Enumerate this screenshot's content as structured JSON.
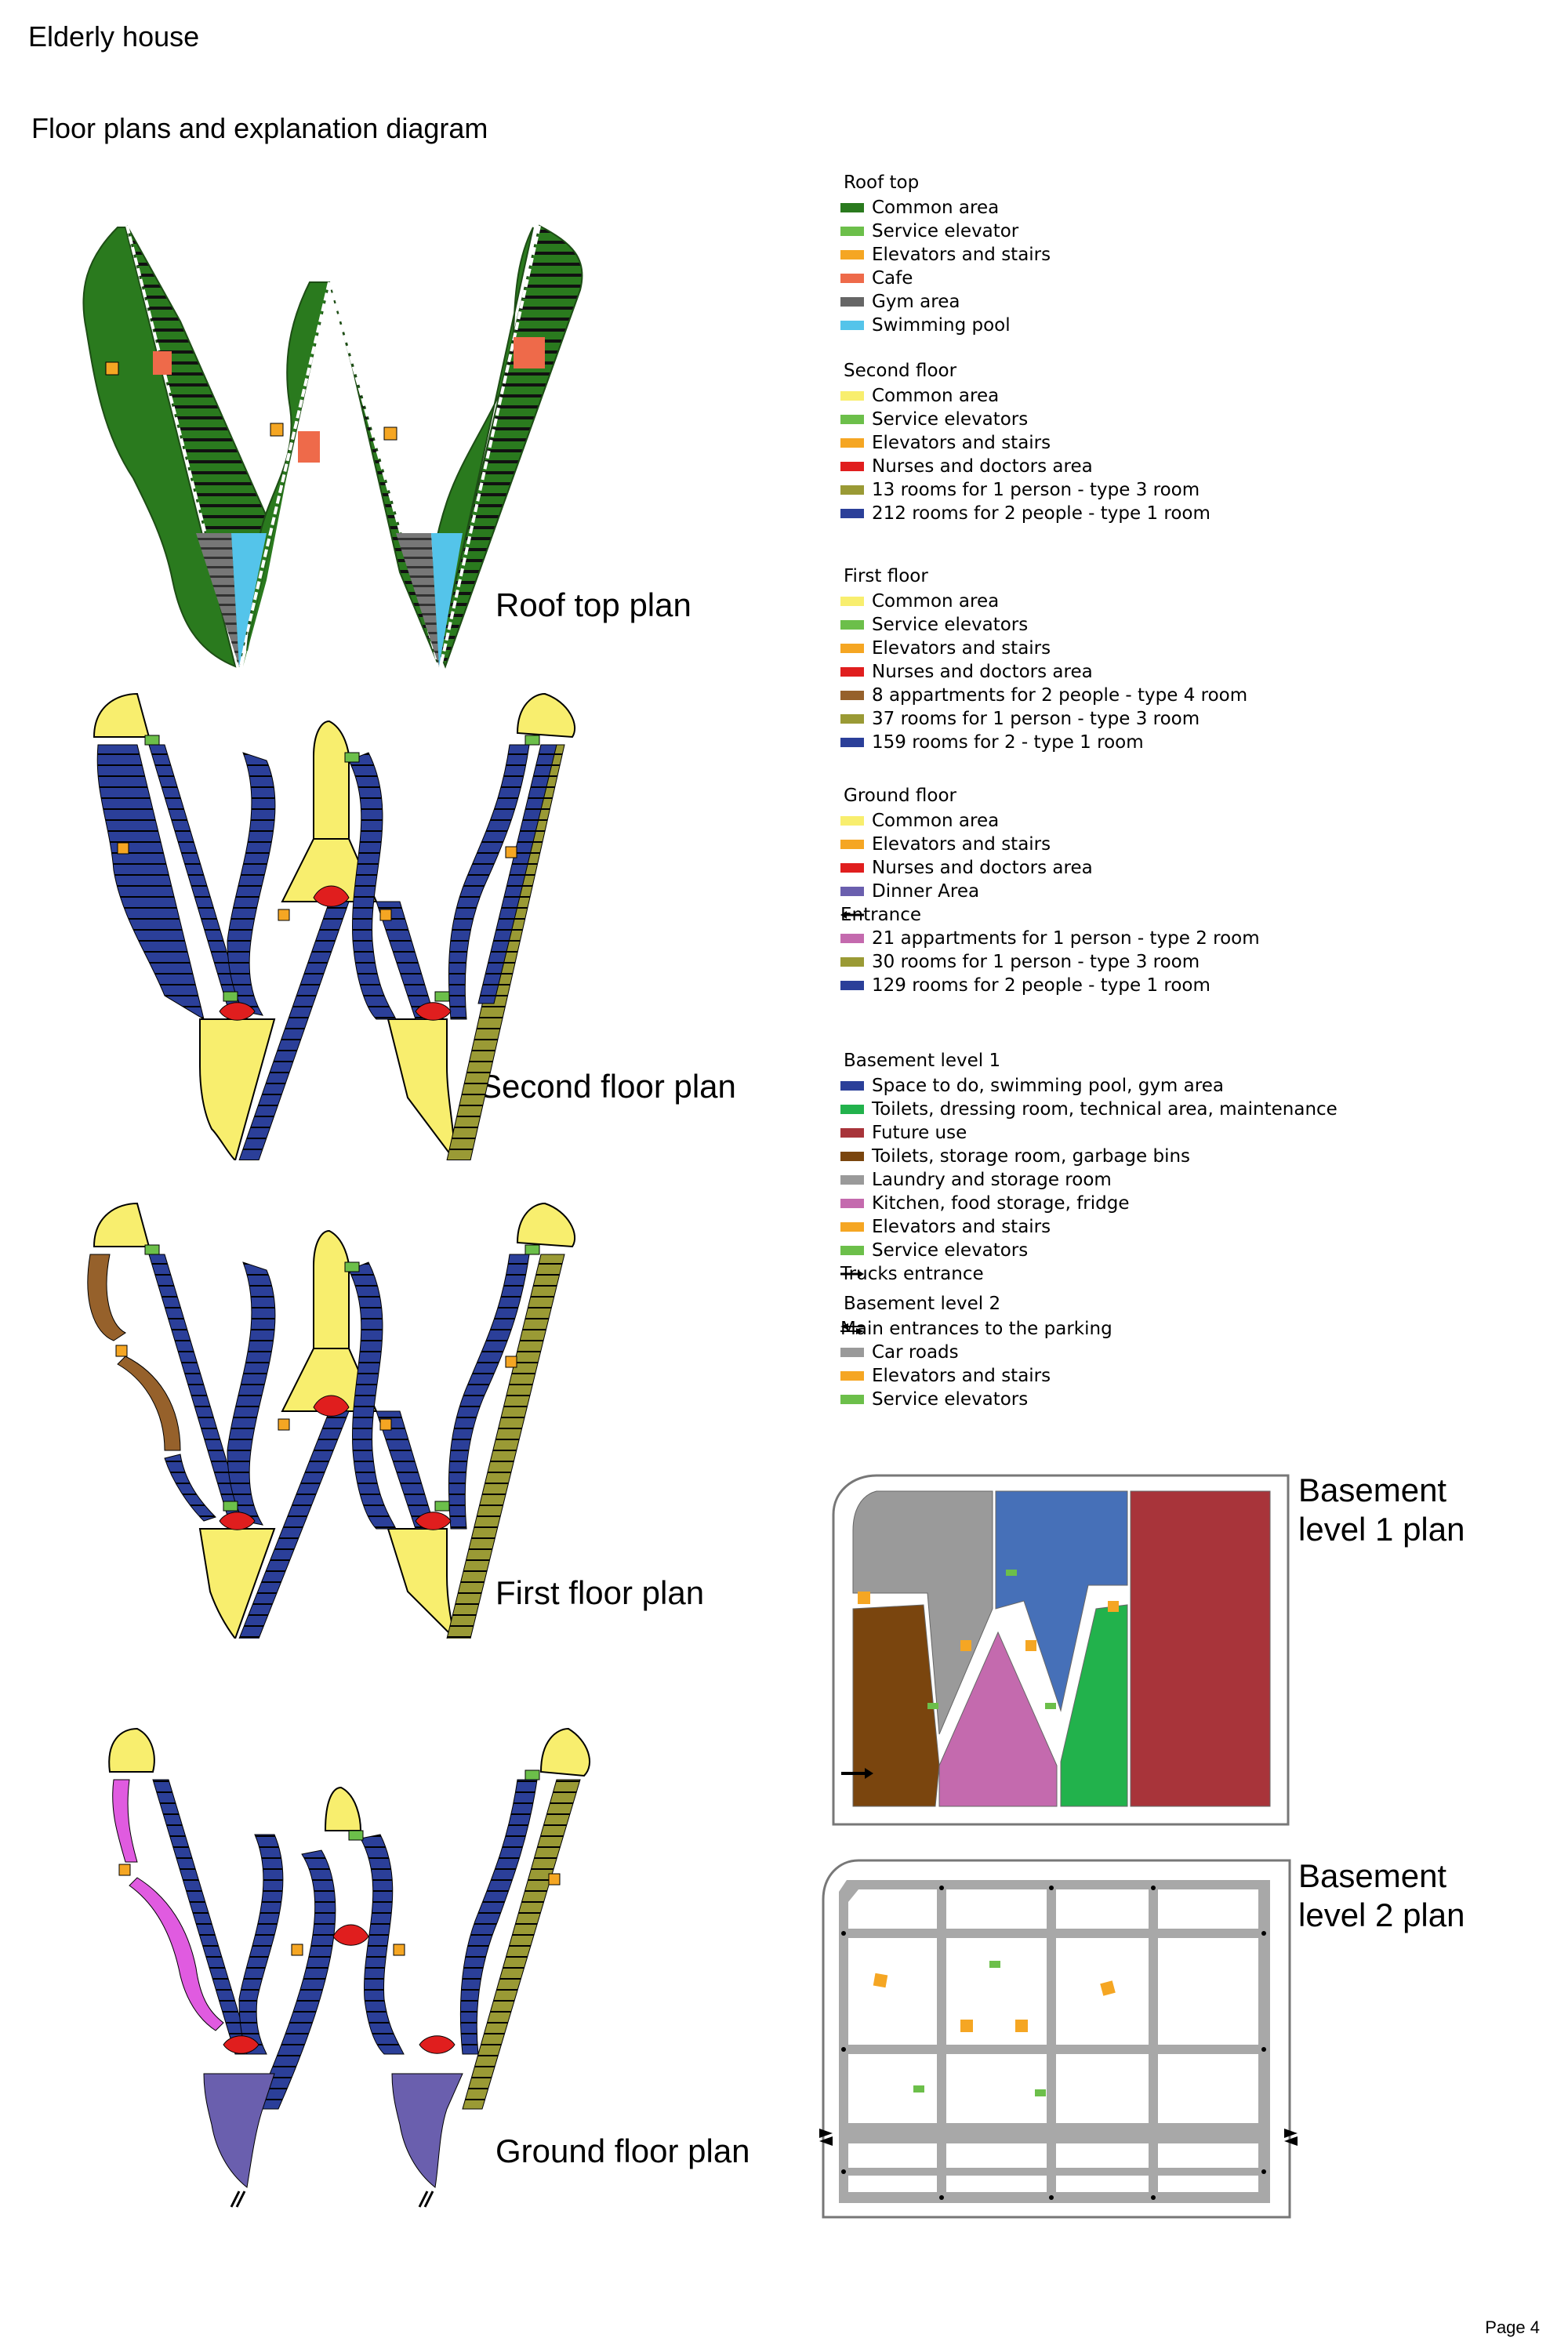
{
  "document": {
    "title": "Elderly house",
    "subtitle": "Floor plans and explanation diagram",
    "page": "Page 4"
  },
  "plans": {
    "roof": "Roof top plan",
    "second": "Second floor plan",
    "first": "First floor plan",
    "ground": "Ground floor plan",
    "basement1": "Basement level 1 plan",
    "basement2": "Basement level 2 plan"
  },
  "colors": {
    "roof_green": "#2a7a1e",
    "service_green": "#6cbf4a",
    "yellow": "#f8ee6e",
    "orange": "#f5a623",
    "cafe": "#ee6a4a",
    "gym_gray": "#666666",
    "pool": "#54c4ea",
    "red": "#e01e1e",
    "olive": "#9a9a35",
    "navy": "#2b3f99",
    "brown": "#96612b",
    "violet": "#6a5fae",
    "pink": "#e05be0",
    "b1_gray": "#9a9a9a",
    "b1_blue": "#4670b8",
    "b1_maroon": "#a8343a",
    "b1_brown": "#7a450e",
    "b1_pink": "#c46aae",
    "b1_green": "#22b24c"
  },
  "legend": {
    "roof": {
      "heading": "Roof top",
      "items": [
        {
          "label": "Common area",
          "color": "#2a7a1e"
        },
        {
          "label": "Service elevator",
          "color": "#6cbf4a"
        },
        {
          "label": "Elevators and stairs",
          "color": "#f5a623"
        },
        {
          "label": "Cafe",
          "color": "#ee6a4a"
        },
        {
          "label": "Gym area",
          "color": "#666666"
        },
        {
          "label": "Swimming pool",
          "color": "#54c4ea"
        }
      ]
    },
    "second": {
      "heading": "Second floor",
      "items": [
        {
          "label": "Common area",
          "color": "#f8ee6e"
        },
        {
          "label": "Service elevators",
          "color": "#6cbf4a"
        },
        {
          "label": "Elevators and stairs",
          "color": "#f5a623"
        },
        {
          "label": "Nurses and doctors area",
          "color": "#e01e1e"
        },
        {
          "label": "13 rooms for 1 person - type 3 room",
          "color": "#9a9a35"
        },
        {
          "label": "212 rooms for 2 people - type 1 room",
          "color": "#2b3f99"
        }
      ]
    },
    "first": {
      "heading": "First floor",
      "items": [
        {
          "label": "Common area",
          "color": "#f8ee6e"
        },
        {
          "label": "Service elevators",
          "color": "#6cbf4a"
        },
        {
          "label": "Elevators and stairs",
          "color": "#f5a623"
        },
        {
          "label": "Nurses and doctors area",
          "color": "#e01e1e"
        },
        {
          "label": "8 appartments for 2 people - type 4 room",
          "color": "#96612b"
        },
        {
          "label": "37 rooms for 1 person - type 3 room",
          "color": "#9a9a35"
        },
        {
          "label": "159 rooms for 2 - type 1 room",
          "color": "#2b3f99"
        }
      ]
    },
    "ground": {
      "heading": "Ground floor",
      "items": [
        {
          "label": "Common area",
          "color": "#f8ee6e"
        },
        {
          "label": "Elevators and stairs",
          "color": "#f5a623"
        },
        {
          "label": "Nurses and doctors area",
          "color": "#e01e1e"
        },
        {
          "label": "Dinner Area",
          "color": "#6a5fae"
        },
        {
          "label": "Entrance",
          "arrow": "left"
        },
        {
          "label": "21 appartments for 1 person - type 2 room",
          "color": "#c46aae"
        },
        {
          "label": "30 rooms for 1 person - type 3 room",
          "color": "#9a9a35"
        },
        {
          "label": "129 rooms for 2 people - type 1 room",
          "color": "#2b3f99"
        }
      ]
    },
    "b1": {
      "heading": "Basement level 1",
      "items": [
        {
          "label": "Space to do, swimming pool, gym area",
          "color": "#2b3f99"
        },
        {
          "label": "Toilets, dressing room, technical area, maintenance",
          "color": "#22b24c"
        },
        {
          "label": "Future use",
          "color": "#a8343a"
        },
        {
          "label": "Toilets, storage room, garbage bins",
          "color": "#7a450e"
        },
        {
          "label": "Laundry and storage room",
          "color": "#9a9a9a"
        },
        {
          "label": "Kitchen, food storage, fridge",
          "color": "#c46aae"
        },
        {
          "label": "Elevators and stairs",
          "color": "#f5a623"
        },
        {
          "label": "Service elevators",
          "color": "#6cbf4a"
        },
        {
          "label": "Trucks entrance",
          "arrow": "right"
        }
      ]
    },
    "b2": {
      "heading": "Basement level 2",
      "items": [
        {
          "label": "Main entrances to the parking",
          "arrow": "both"
        },
        {
          "label": "Car roads",
          "color": "#9a9a9a"
        },
        {
          "label": "Elevators and stairs",
          "color": "#f5a623"
        },
        {
          "label": "Service elevators",
          "color": "#6cbf4a"
        }
      ]
    }
  }
}
